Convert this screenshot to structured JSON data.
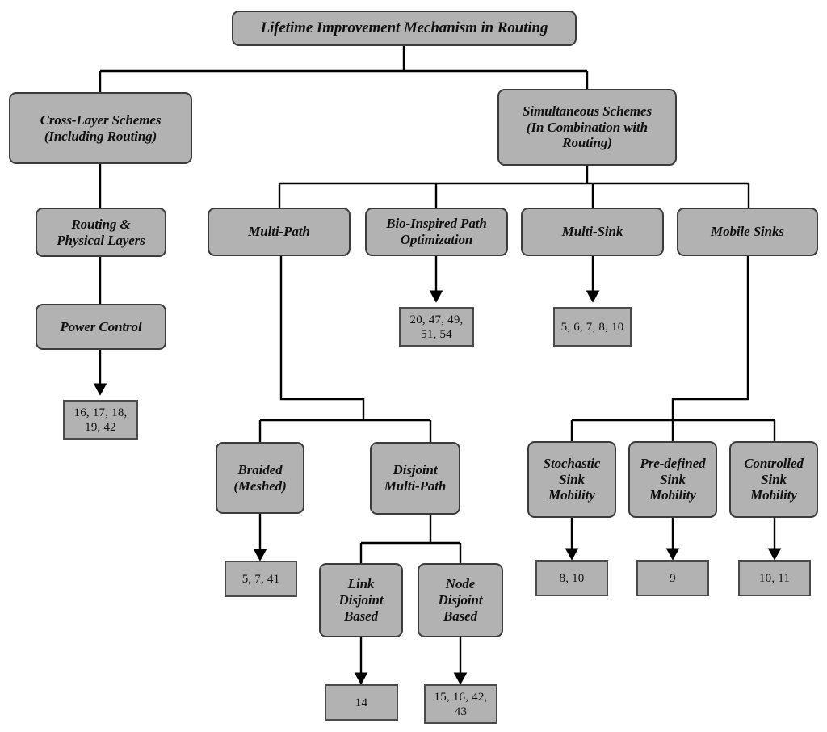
{
  "diagram": {
    "title": "Lifetime Improvement Mechanism in Routing",
    "palette": {
      "node_fill": "#b2b2b2",
      "node_border": "#3b3b3b",
      "leaf_border": "#4a4a4a",
      "edge": "#000000",
      "background": "#ffffff",
      "text": "#101010"
    }
  },
  "nodes": {
    "root": {
      "label": "Lifetime Improvement Mechanism in Routing"
    },
    "cross_layer": {
      "label": "Cross-Layer Schemes\n(Including Routing)"
    },
    "simultaneous": {
      "label": "Simultaneous Schemes\n(In Combination with\nRouting)"
    },
    "routing_physical": {
      "label": "Routing &\nPhysical Layers"
    },
    "power_control": {
      "label": "Power Control"
    },
    "multi_path": {
      "label": "Multi-Path"
    },
    "bio_inspired": {
      "label": "Bio-Inspired Path\nOptimization"
    },
    "multi_sink": {
      "label": "Multi-Sink"
    },
    "mobile_sinks": {
      "label": "Mobile Sinks"
    },
    "braided": {
      "label": "Braided\n(Meshed)"
    },
    "disjoint_multi_path": {
      "label": "Disjoint\nMulti-Path"
    },
    "link_disjoint": {
      "label": "Link\nDisjoint\nBased"
    },
    "node_disjoint": {
      "label": "Node\nDisjoint\nBased"
    },
    "stochastic_sink": {
      "label": "Stochastic\nSink\nMobility"
    },
    "predefined_sink": {
      "label": "Pre-defined\nSink\nMobility"
    },
    "controlled_sink": {
      "label": "Controlled\nSink\nMobility"
    }
  },
  "references": {
    "power_control_refs": {
      "label": "16, 17, 18,\n19, 42"
    },
    "bio_inspired_refs": {
      "label": "20, 47, 49,\n51, 54"
    },
    "multi_sink_refs": {
      "label": "5, 6, 7, 8, 10"
    },
    "braided_refs": {
      "label": "5, 7, 41"
    },
    "link_disjoint_refs": {
      "label": "14"
    },
    "node_disjoint_refs": {
      "label": "15, 16, 42,\n43"
    },
    "stochastic_sink_refs": {
      "label": "8, 10"
    },
    "predefined_sink_refs": {
      "label": "9"
    },
    "controlled_sink_refs": {
      "label": "10, 11"
    }
  }
}
